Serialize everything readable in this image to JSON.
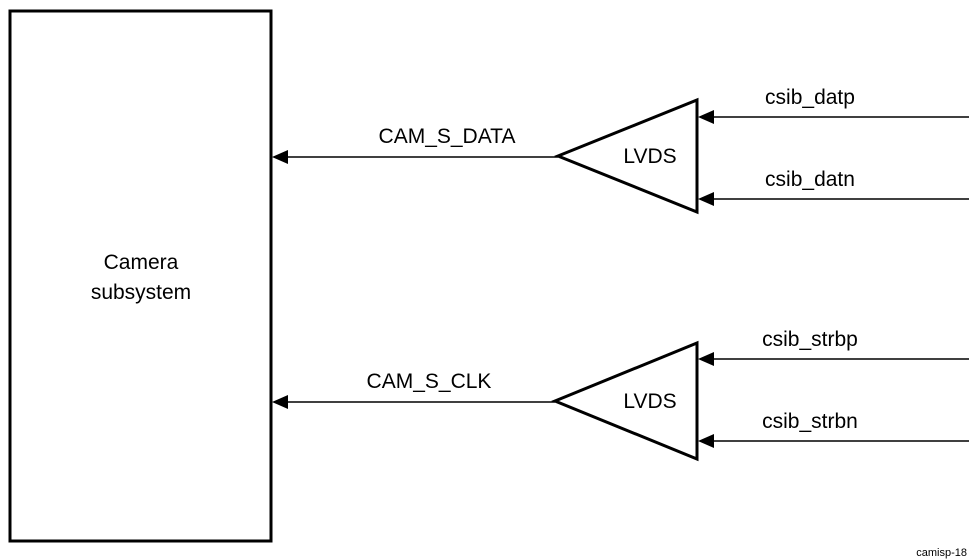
{
  "block": {
    "line1": "Camera",
    "line2": "subsystem"
  },
  "buffers": [
    {
      "label": "LVDS",
      "output_signal": "CAM_S_DATA",
      "inputs": [
        "csib_datp",
        "csib_datn"
      ]
    },
    {
      "label": "LVDS",
      "output_signal": "CAM_S_CLK",
      "inputs": [
        "csib_strbp",
        "csib_strbn"
      ]
    }
  ],
  "figure_id": "camisp-18"
}
